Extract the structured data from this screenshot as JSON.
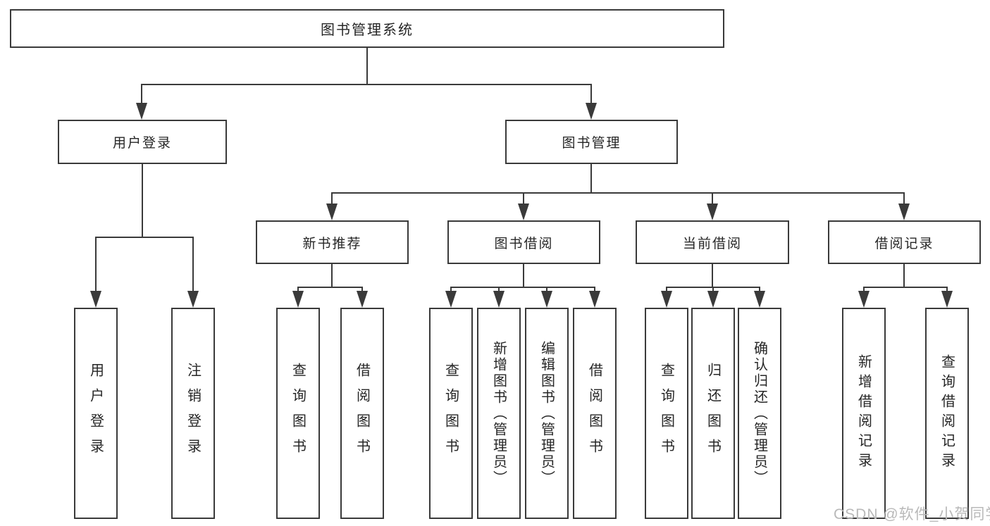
{
  "tree": {
    "root": "图书管理系统",
    "branches": [
      {
        "label": "用户登录",
        "children": [
          "用户登录",
          "注销登录"
        ]
      },
      {
        "label": "图书管理",
        "sections": [
          {
            "label": "新书推荐",
            "children": [
              "查询图书",
              "借阅图书"
            ]
          },
          {
            "label": "图书借阅",
            "children": [
              "查询图书",
              "新增图书（管理员）",
              "编辑图书（管理员）",
              "借阅图书"
            ]
          },
          {
            "label": "当前借阅",
            "children": [
              "查询图书",
              "归还图书",
              "确认归还（管理员）"
            ]
          },
          {
            "label": "借阅记录",
            "children": [
              "新增借阅记录",
              "查询借阅记录"
            ]
          }
        ]
      }
    ]
  },
  "watermark": {
    "text": "CSDN @软件_小贺同学"
  },
  "colors": {
    "line": "#3a3a3a",
    "text": "#262626",
    "background": "#ffffff",
    "watermark": "#b9b9b9"
  }
}
